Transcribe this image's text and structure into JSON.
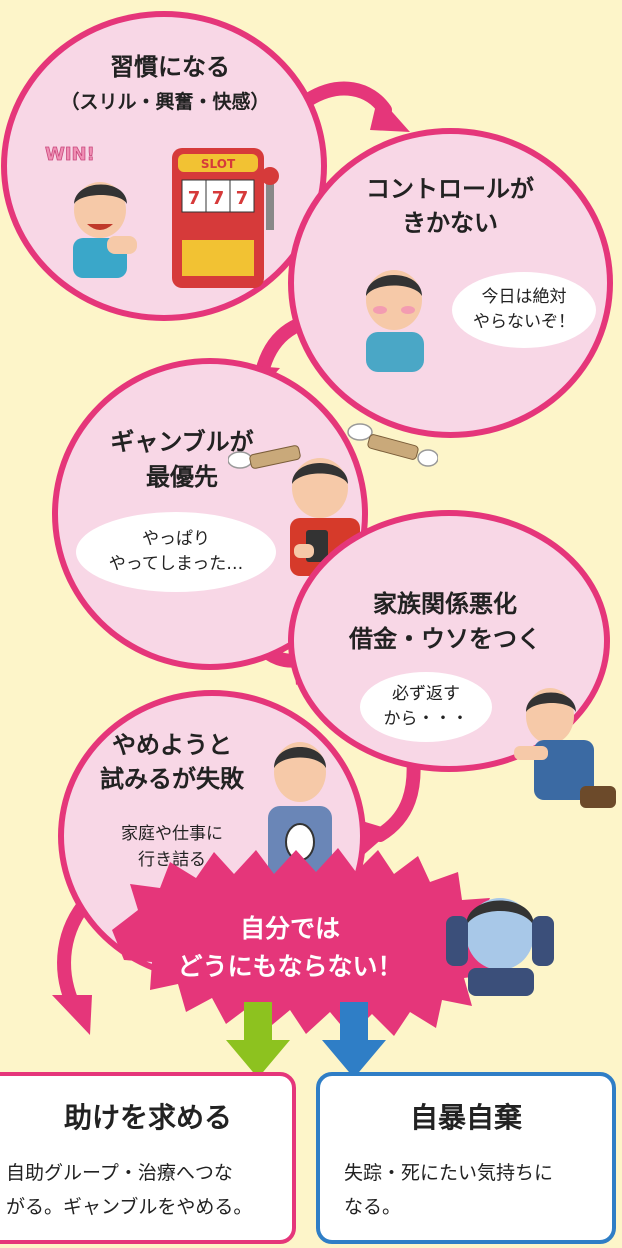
{
  "colors": {
    "background": "#fdf5c9",
    "circle_fill": "#f8d7e6",
    "accent_pink": "#e5367a",
    "green": "#8dc21f",
    "blue": "#2f7ec6"
  },
  "stage1": {
    "title": "習慣になる",
    "subtitle": "（スリル・興奮・快感）",
    "win_text": "WIN!",
    "slot_text": "SLOT"
  },
  "stage2": {
    "title_line1": "コントロールが",
    "title_line2": "きかない",
    "bubble": "今日は絶対\nやらないぞ！"
  },
  "stage3": {
    "title_line1": "ギャンブルが",
    "title_line2": "最優先",
    "bubble": "やっぱり\nやってしまった…"
  },
  "stage4": {
    "title_line1": "家族関係悪化",
    "title_line2": "借金・ウソをつく",
    "bubble": "必ず返す\nから・・・"
  },
  "stage5": {
    "title_line1": "やめようと",
    "title_line2": "試みるが失敗",
    "note_line1": "家庭や仕事に",
    "note_line2": "行き詰る"
  },
  "burst": {
    "line1": "自分では",
    "line2": "どうにもならない！"
  },
  "outcome_help": {
    "title": "助けを求める",
    "body": "自助グループ・治療へつな\nがる。ギャンブルをやめる。"
  },
  "outcome_despair": {
    "title": "自暴自棄",
    "body": "失踪・死にたい気持ちに\nなる。"
  }
}
